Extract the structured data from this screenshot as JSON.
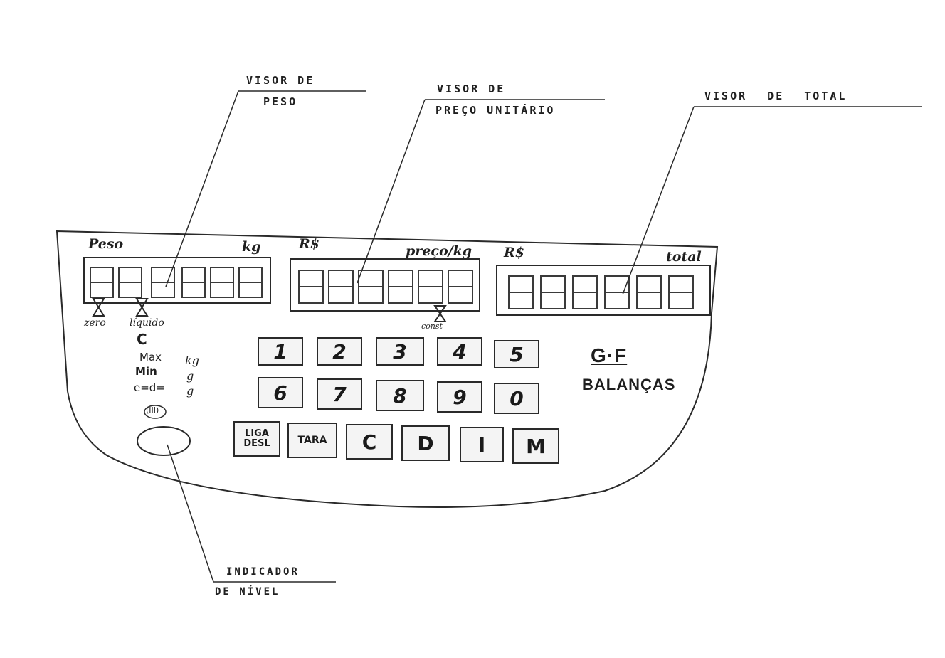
{
  "callouts": {
    "weight_display": [
      "VISOR DE",
      "PESO"
    ],
    "unit_price_display": [
      "VISOR DE",
      "PREÇO UNITÁRIO"
    ],
    "total_display": "VISOR DE TOTAL",
    "level_indicator": [
      "INDICADOR",
      "DE NÍVEL"
    ]
  },
  "panels": {
    "weight": {
      "left_label": "Peso",
      "right_label": "kg"
    },
    "price": {
      "left_label": "R$",
      "right_label": "preço/kg"
    },
    "total": {
      "left_label": "R$",
      "right_label": "total"
    }
  },
  "indicators": {
    "zero": "zero",
    "liquido": "líquido",
    "const": "const"
  },
  "specs": {
    "class": "C",
    "max_label": "Max",
    "max_unit": "kg",
    "min_label": "Min",
    "min_unit": "g",
    "e_label": "e=d=",
    "e_unit": "g",
    "badge": "(III)"
  },
  "keypad": {
    "row1": [
      "1",
      "2",
      "3",
      "4",
      "5"
    ],
    "row2": [
      "6",
      "7",
      "8",
      "9",
      "0"
    ],
    "row3": [
      {
        "line1": "LIGA",
        "line2": "DESL"
      },
      {
        "label": "TARA"
      },
      {
        "label": "C"
      },
      {
        "label": "D"
      },
      {
        "label": "I"
      },
      {
        "label": "M"
      }
    ]
  },
  "brand": {
    "logo": "G·F",
    "name": "BALANÇAS"
  }
}
